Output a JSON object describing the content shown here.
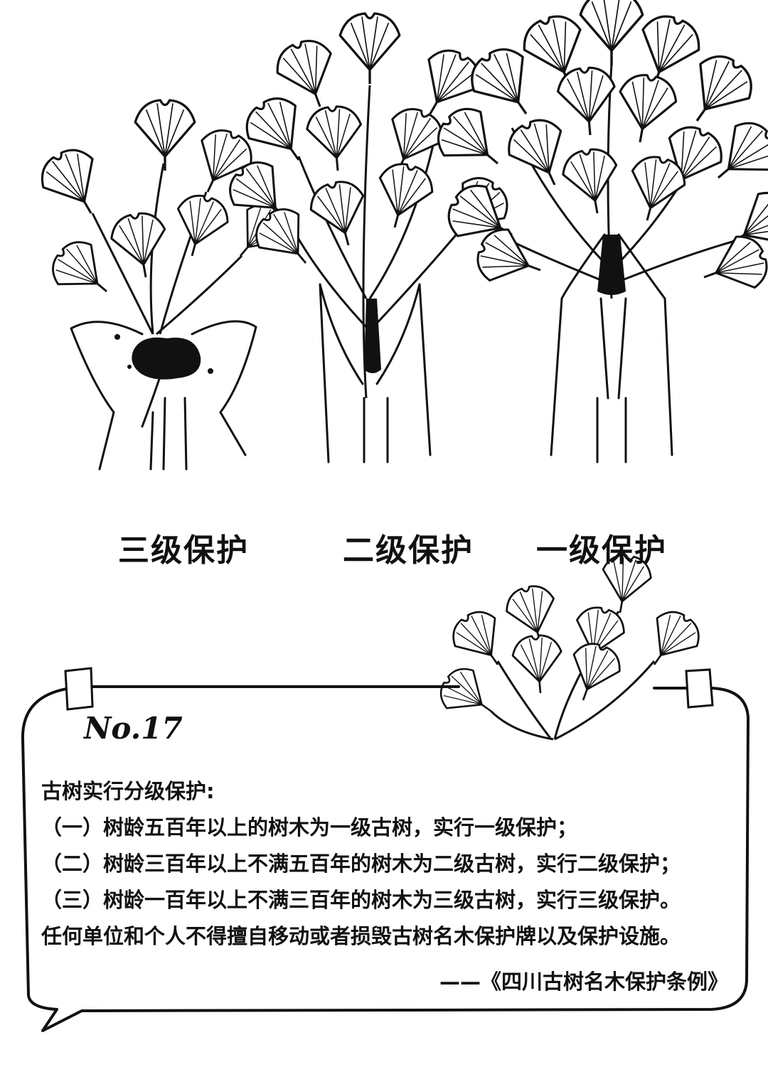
{
  "levels": [
    {
      "label": "三级保护"
    },
    {
      "label": "二级保护"
    },
    {
      "label": "一级保护"
    }
  ],
  "note": {
    "number": "No.17",
    "heading": "古树实行分级保护:",
    "items": [
      "（一）树龄五百年以上的树木为一级古树，实行一级保护；",
      "（二）树龄三百年以上不满五百年的树木为二级古树，实行二级保护；",
      "（三）树龄一百年以上不满三百年的树木为三级古树，实行三级保护。"
    ],
    "closing": "任何单位和个人不得擅自移动或者损毁古树名木保护牌以及保护设施。",
    "citation": "——《四川古树名木保护条例》"
  },
  "colors": {
    "ink": "#111111",
    "paper": "#ffffff"
  },
  "icons": [
    "ginkgo-leaf-icon",
    "hands-icon",
    "soil-clump-icon",
    "tape-icon"
  ]
}
